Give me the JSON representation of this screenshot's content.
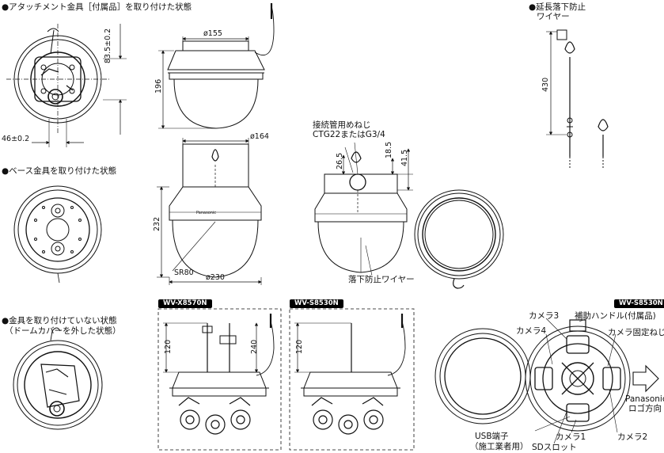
{
  "headings": {
    "attachment": "●アタッチメント金具［付属品］を取り付けた状態",
    "base": "●ベース金具を取り付けた状態",
    "no_bracket_1": "●金具を取り付けていない状態",
    "no_bracket_2": "（ドームカバーを外した状態）",
    "extension_1": "●延長落下防止",
    "extension_2": "ワイヤー"
  },
  "dimensions": {
    "d83": "83.5±0.2",
    "d46": "46±0.2",
    "d155": "ø155",
    "d196": "196",
    "d164": "ø164",
    "d232": "232",
    "sr80": "SR80",
    "d230": "ø230",
    "d265": "26.5",
    "d185": "18.5",
    "d415": "41.5",
    "d430": "430",
    "d120a": "120",
    "d240": "240",
    "d120b": "120"
  },
  "callouts": {
    "conduit_1": "接続管用めねじ",
    "conduit_2": "CTG22またはG3/4",
    "drop_wire": "落下防止ワイヤー",
    "camera3": "カメラ3",
    "camera4": "カメラ4",
    "handle": "補助ハンドル(付属品)",
    "fix_screw": "カメラ固定ねじ",
    "panasonic_1": "Panasonic",
    "panasonic_2": "ロゴ方向",
    "usb_1": "USB端子",
    "usb_2": "（施工業者用）",
    "camera1": "カメラ1",
    "sd": "SDスロット",
    "camera2": "カメラ2"
  },
  "models": {
    "x8570n": "WV-X8570N",
    "s8530n_a": "WV-S8530N",
    "s8530n_b": "WV-S8530N"
  },
  "brand_mark": "Panasonic"
}
